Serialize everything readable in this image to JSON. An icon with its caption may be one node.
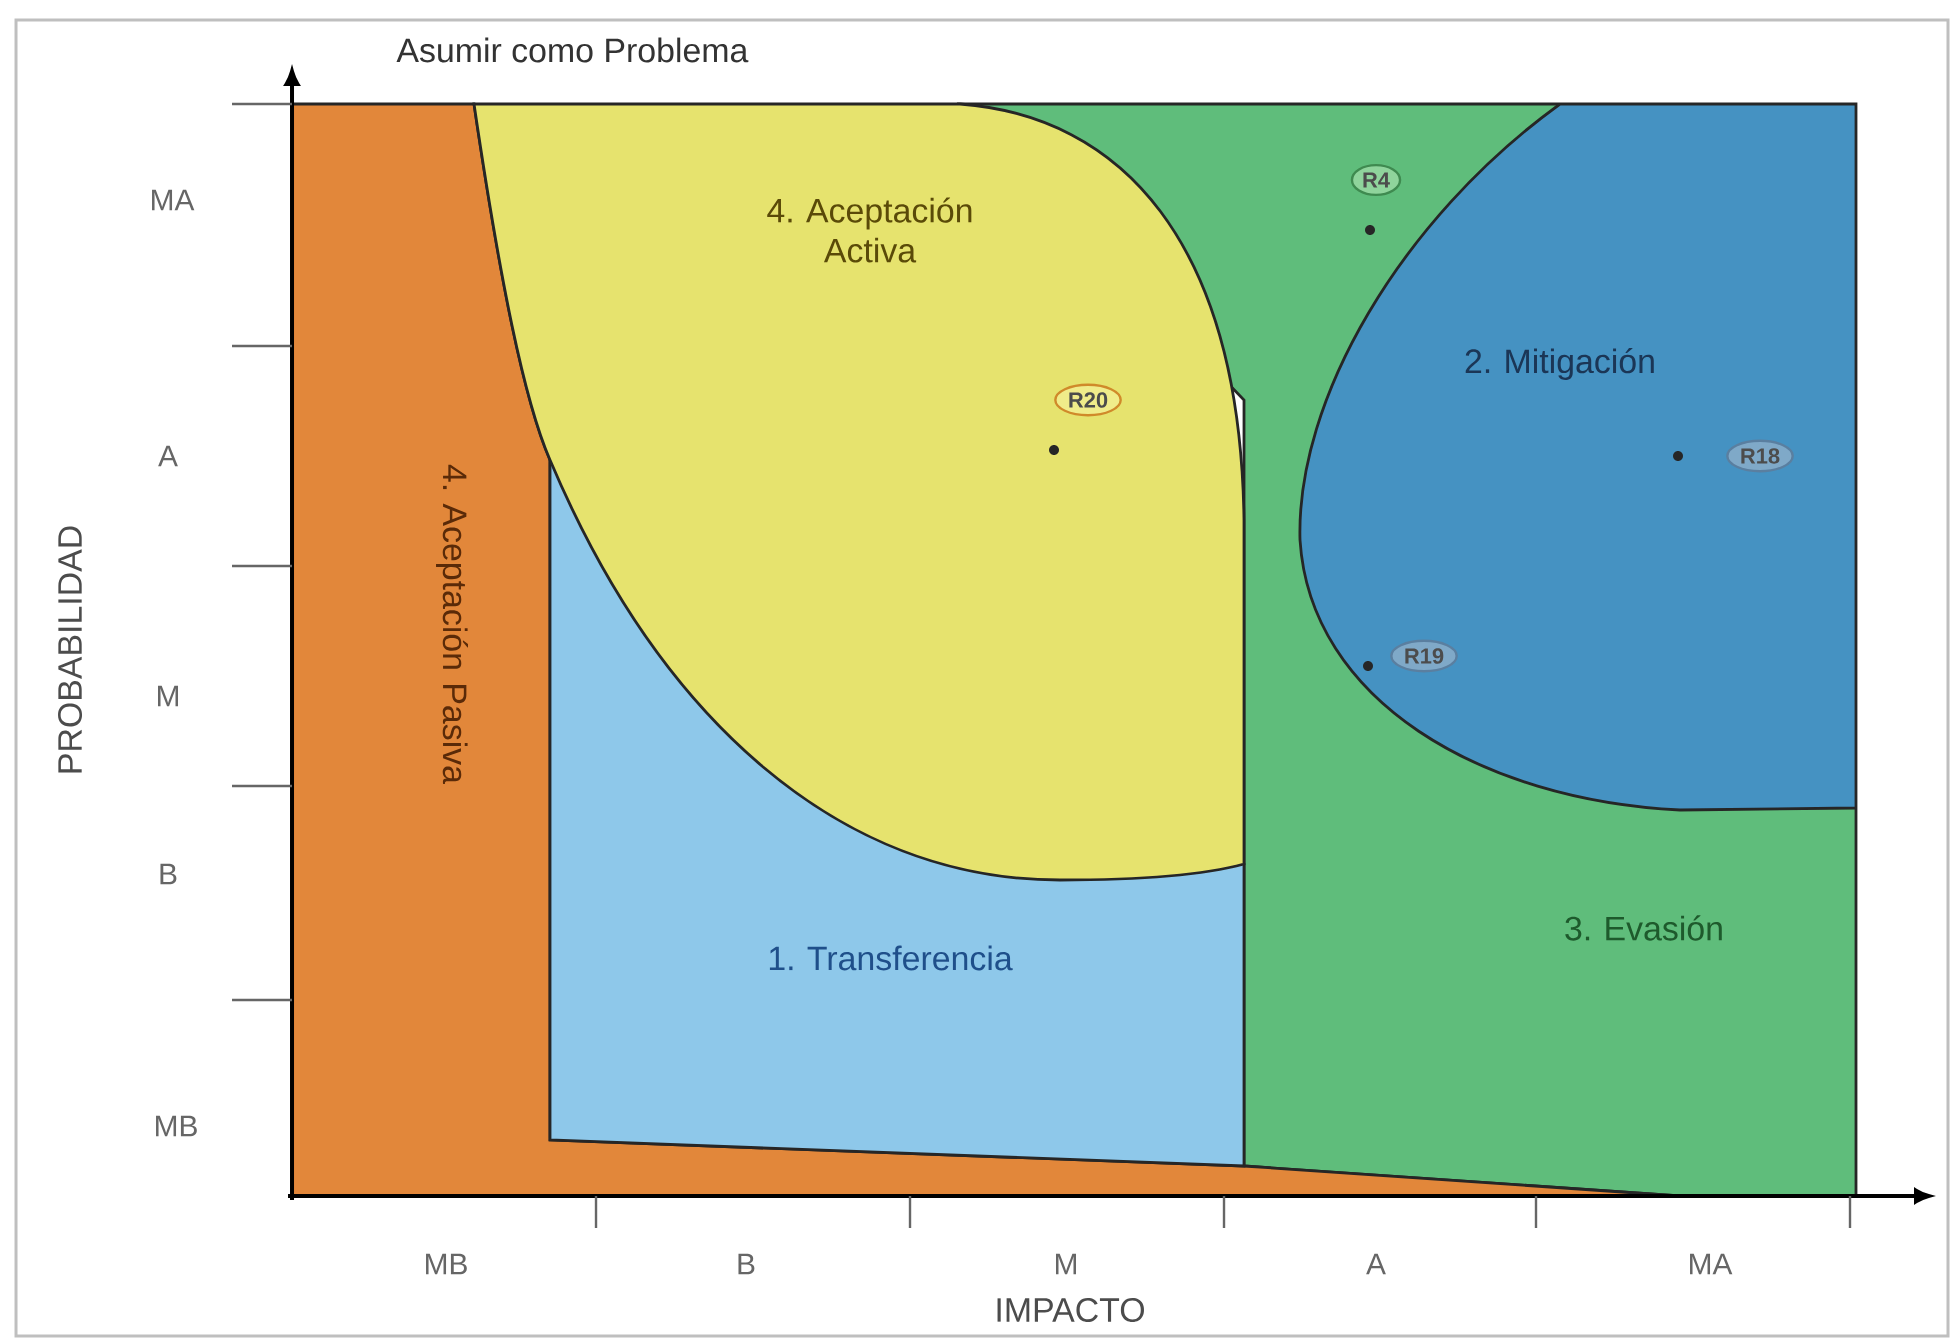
{
  "diagram": {
    "nodes": [
      {
        "text": [
          "4. Aceptación Activa"
        ]
      },
      {
        "text": [
          "2. Mitigación"
        ],
        "in": 4
      },
      {
        "text": [
          "4. Aceptación Pasiva"
        ]
      },
      {
        "text": [
          "1. Transferencia"
        ]
      },
      {
        "text": [
          "3. Evasión"
        ]
      },
      {
        "text": [
          "R4"
        ],
        "in": 4
      },
      {
        "text": [
          "R20"
        ],
        "in": 0
      },
      {
        "text": [
          "R18"
        ],
        "in": 1
      },
      {
        "text": [
          "R19"
        ],
        "in": 1
      }
    ],
    "labels": [
      "Asumir como Problema",
      "MA",
      "A",
      "M",
      "B",
      "MB",
      "PROBABILIDAD",
      "MB",
      "B",
      "M",
      "A",
      "MA",
      "IMPACTO"
    ]
  }
}
